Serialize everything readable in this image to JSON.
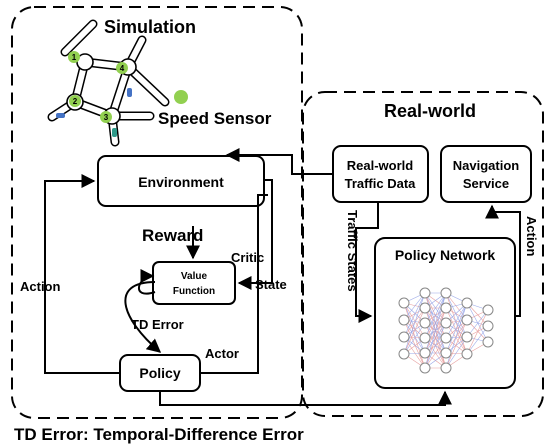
{
  "panels": {
    "simulation": "Simulation",
    "real_world": "Real-world"
  },
  "legend": {
    "sensor_label": "Speed Sensor"
  },
  "network": {
    "intersections": [
      "1",
      "2",
      "3",
      "4"
    ]
  },
  "boxes": {
    "environment": "Environment",
    "value_function_line1": "Value",
    "value_function_line2": "Function",
    "policy": "Policy",
    "traffic_data_line1": "Real-world",
    "traffic_data_line2": "Traffic Data",
    "navigation_line1": "Navigation",
    "navigation_line2": "Service",
    "policy_network": "Policy Network"
  },
  "labels": {
    "reward": "Reward",
    "critic": "Critic",
    "state": "State",
    "action_left": "Action",
    "td_error": "TD Error",
    "actor": "Actor",
    "traffic_states": "Traffic States",
    "action_right": "Action"
  },
  "footer": "TD Error: Temporal-Difference Error",
  "colors": {
    "sensor": "#92d050",
    "vehicle_blue": "#4472c4",
    "vehicle_teal": "#2e9a8a"
  }
}
